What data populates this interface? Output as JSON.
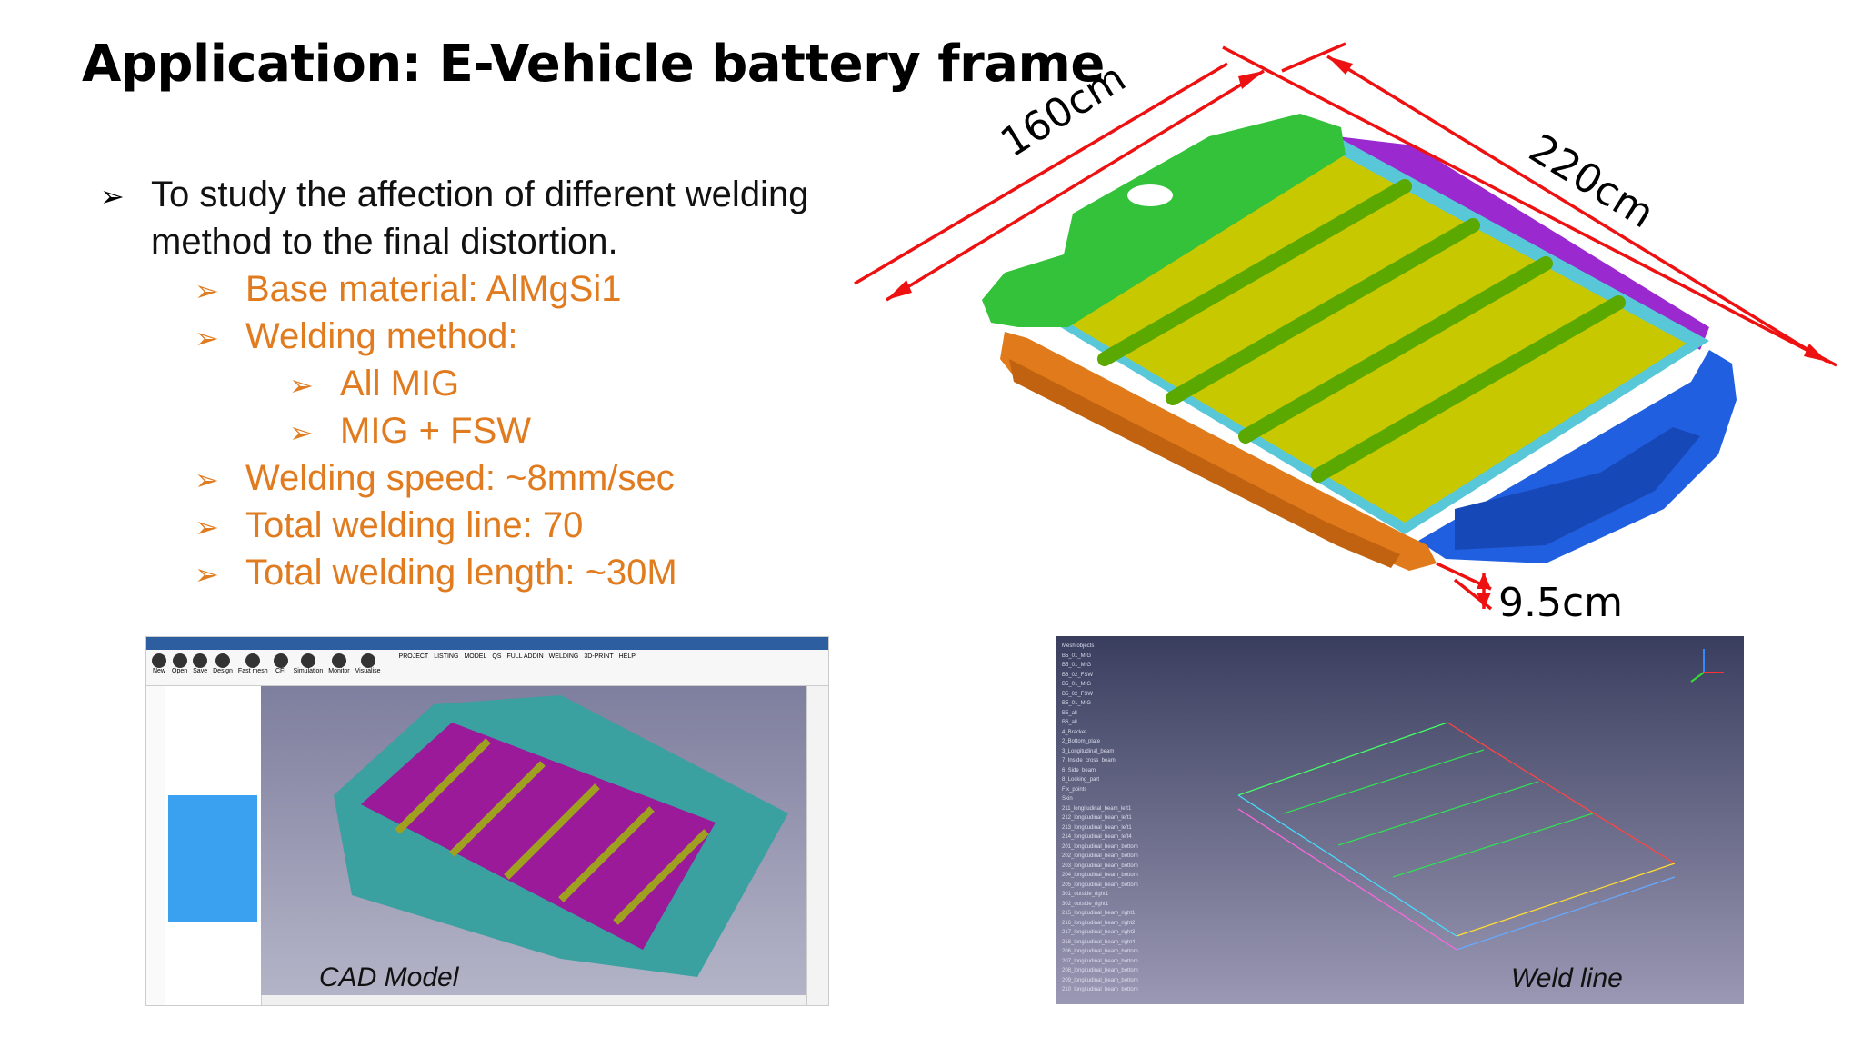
{
  "slide": {
    "title": "Application: E-Vehicle battery frame",
    "bullets": [
      {
        "text": "To study the affection of different welding method to the final distortion.",
        "level": 1
      },
      {
        "text": "Base material: AlMgSi1",
        "level": 2
      },
      {
        "text": "Welding method:",
        "level": 2
      },
      {
        "text": "All MIG",
        "level": 3
      },
      {
        "text": "MIG + FSW",
        "level": 3
      },
      {
        "text": "Welding speed: ~8mm/sec",
        "level": 2
      },
      {
        "text": "Total welding line: 70",
        "level": 2
      },
      {
        "text": "Total welding length: ~30M",
        "level": 2
      }
    ],
    "bullet_glyph": "➢"
  },
  "figure": {
    "dim_length": "160cm",
    "dim_width": "220cm",
    "dim_height": "9.5cm",
    "colors": {
      "green": "#33c23a",
      "yellow": "#c8c800",
      "orange": "#e07a1a",
      "blue": "#1f5fe0",
      "cyan": "#58c8d8",
      "purple": "#9a2ad0",
      "red": "#ee1111"
    }
  },
  "cad": {
    "caption": "CAD Model",
    "toolbar_buttons": [
      "New",
      "Open",
      "Save",
      "Design",
      "Fast mesh",
      "CFI",
      "Simulation",
      "Monitor",
      "Visualise"
    ],
    "ribbon_tabs": [
      "PROJECT",
      "LISTING",
      "MODEL",
      "QS",
      "FULL ADDIN",
      "WELDING",
      "3D-PRINT",
      "HELP"
    ]
  },
  "weld": {
    "caption": "Weld line",
    "tree_header": "Mesh objects",
    "tree_items": [
      "B5_01_MIG",
      "B5_01_MIG",
      "B6_02_FSW",
      "B5_01_MIG",
      "B5_02_FSW",
      "B5_01_MIG",
      "B5_all",
      "B6_all",
      "4_Bracket",
      "2_Bottom_plate",
      "3_Longitudinal_beam",
      "7_Inside_cross_beam",
      "6_Side_beam",
      "8_Locking_part",
      "Fix_points",
      "Skin",
      "211_longitudinal_beam_left1",
      "212_longitudinal_beam_left1",
      "213_longitudinal_beam_left1",
      "214_longitudinal_beam_left4",
      "201_longitudinal_beam_bottom",
      "202_longitudinal_beam_bottom",
      "203_longitudinal_beam_bottom",
      "204_longitudinal_beam_bottom",
      "205_longitudinal_beam_bottom",
      "301_outside_right1",
      "302_outside_right1",
      "215_longitudinal_beam_right1",
      "216_longitudinal_beam_right2",
      "217_longitudinal_beam_right3",
      "218_longitudinal_beam_right4",
      "206_longitudinal_beam_bottom",
      "207_longitudinal_beam_bottom",
      "208_longitudinal_beam_bottom",
      "209_longitudinal_beam_bottom",
      "210_longitudinal_beam_bottom"
    ]
  }
}
